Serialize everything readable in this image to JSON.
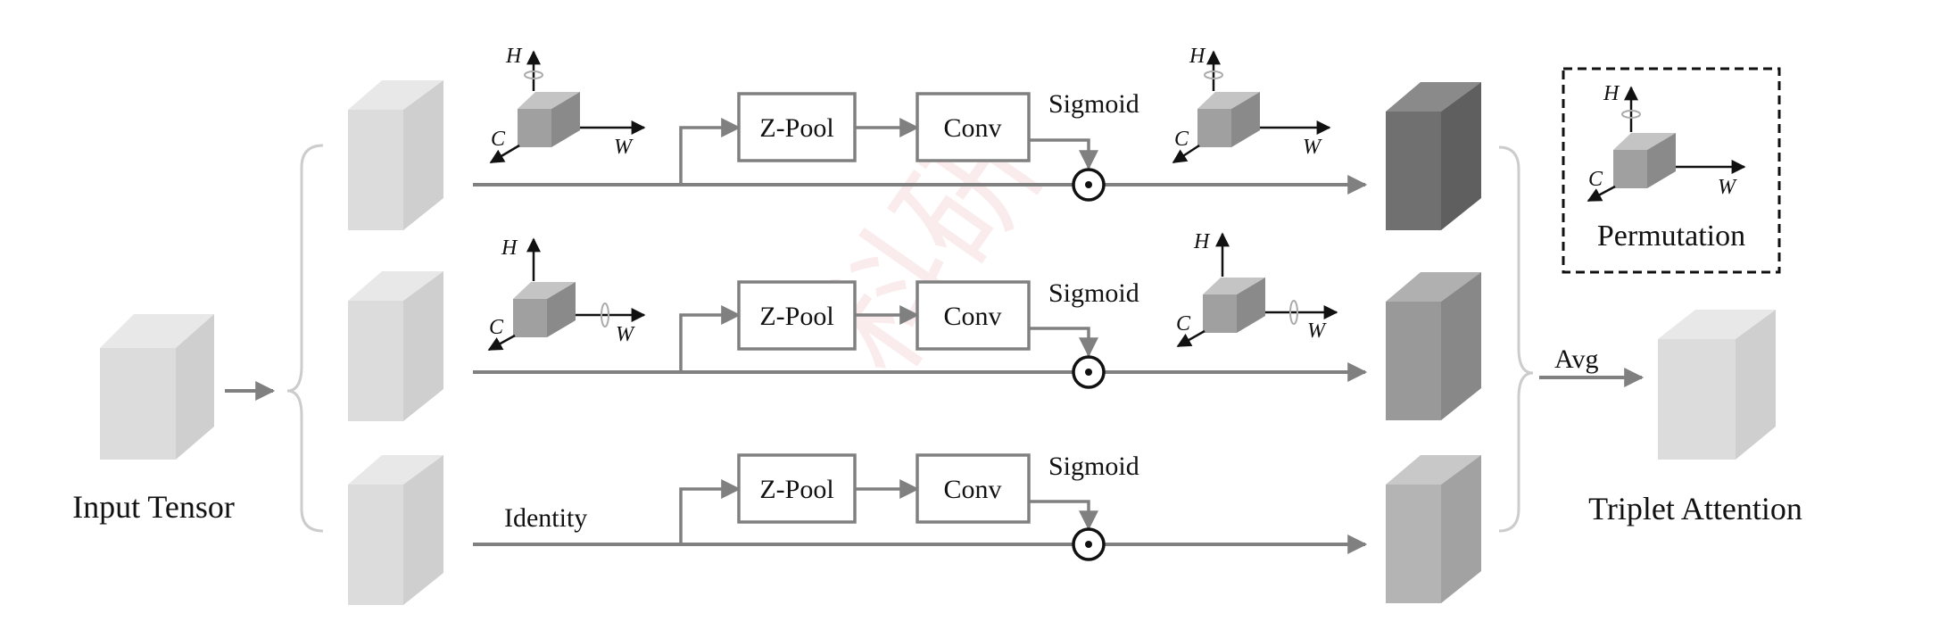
{
  "labels": {
    "input": "Input Tensor",
    "output": "Triplet Attention",
    "avg": "Avg",
    "identity": "Identity",
    "permutation": "Permutation"
  },
  "branches": [
    {
      "zpool": "Z-Pool",
      "conv": "Conv",
      "sigmoid": "Sigmoid"
    },
    {
      "zpool": "Z-Pool",
      "conv": "Conv",
      "sigmoid": "Sigmoid"
    },
    {
      "zpool": "Z-Pool",
      "conv": "Conv",
      "sigmoid": "Sigmoid"
    }
  ],
  "axes": {
    "h": "H",
    "c": "C",
    "w": "W"
  },
  "colors": {
    "arrow": "#808080",
    "light_cube": "#dcdcdc",
    "out_cube_1": "#707070",
    "out_cube_2": "#999999",
    "out_cube_3": "#b4b4b4",
    "axis_cube": "#a0a0a0"
  }
}
